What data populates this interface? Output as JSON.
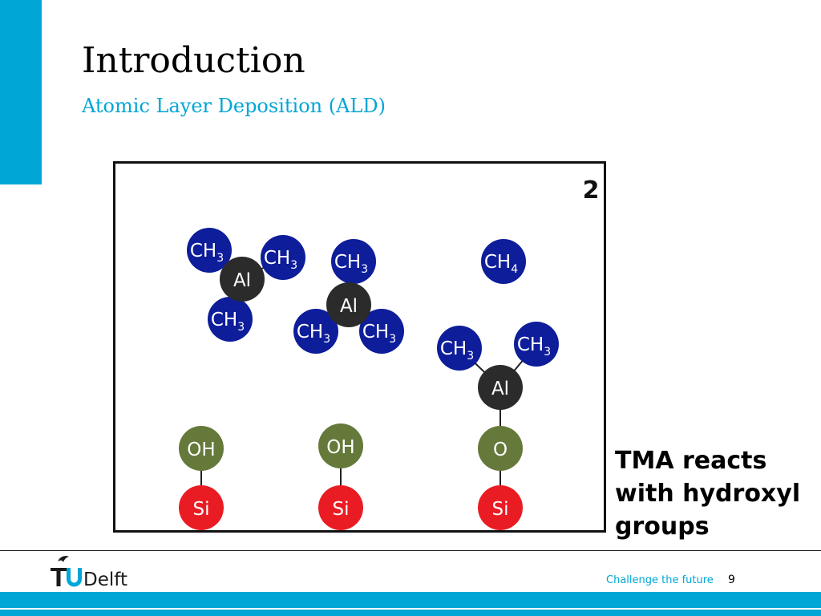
{
  "slide": {
    "title": "Introduction",
    "subtitle": "Atomic Layer Deposition (ALD)",
    "caption_lines": [
      "TMA reacts",
      "with hydroxyl",
      "groups"
    ]
  },
  "diagram": {
    "step_number": "2",
    "labels": {
      "ch3": "CH",
      "ch3_sub": "3",
      "ch4": "CH",
      "ch4_sub": "4",
      "al": "Al",
      "oh": "OH",
      "o": "O",
      "si": "Si"
    },
    "colors": {
      "methyl": "#0e1d9a",
      "aluminum": "#2b2b2b",
      "hydroxyl": "#65793a",
      "silicon": "#ea1c23"
    }
  },
  "footer": {
    "logo_text": "TUDelft",
    "tagline": "Challenge the future",
    "page_number": "9"
  },
  "colors": {
    "accent": "#00a6d6"
  }
}
